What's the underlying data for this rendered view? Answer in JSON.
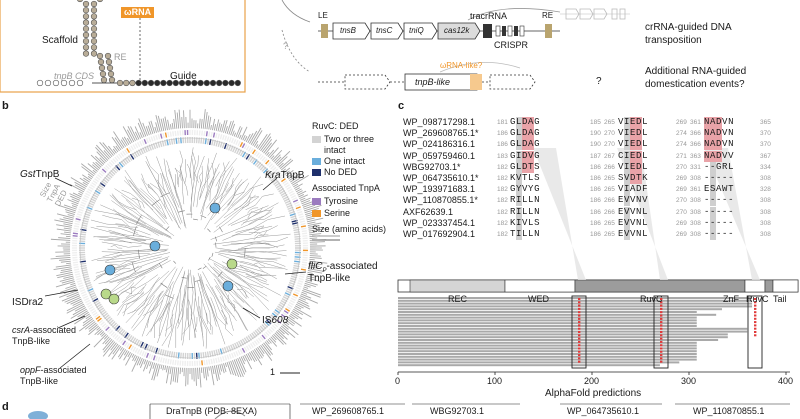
{
  "panel_a": {
    "omega_rna": "ωRNA",
    "scaffold": "Scaffold",
    "re": "RE",
    "tnpb_cds": "tnpB CDS",
    "guide": "Guide",
    "le": "LE",
    "genes": [
      "tnsB",
      "tnsC",
      "tniQ",
      "cas12k"
    ],
    "tracrrna": "tracrRNA",
    "crispr": "CRISPR",
    "re_right": "RE",
    "desc1": "crRNA-guided DNA",
    "desc1b": "transposition",
    "q": "?",
    "omega_like": "ωRNA-like?",
    "tnpb_like": "tnpB-like",
    "desc2": "Additional RNA-guided",
    "desc2b": "domestication events?"
  },
  "panel_b": {
    "label": "b",
    "legend_ruvc": "RuvC: DED",
    "legend_two": "Two or three",
    "legend_two_b": "intact",
    "legend_one": "One intact",
    "legend_no": "No DED",
    "legend_tnpa": "Associated TnpA",
    "legend_tyr": "Tyrosine",
    "legend_ser": "Serine",
    "legend_size": "Size (amino acids)",
    "kra": "Kra",
    "kra_suffix": "TnpB",
    "gst": "Gst",
    "gst_suffix": "TnpB",
    "flic_pre": "fliC",
    "flic_sub": "P",
    "flic_post": "-associated",
    "flic_b": "TnpB-like",
    "isdra": "ISDra2",
    "is608_pre": "IS",
    "is608": "608",
    "csra": "csrA",
    "csra_post": "-associated",
    "csra_b": "TnpB-like",
    "oppf": "oppF",
    "oppf_post": "-associated",
    "oppf_b": "TnpB-like",
    "ring_labels": [
      "Size",
      "TnpA",
      "DED"
    ],
    "scale": "1",
    "colors": {
      "intact2": "#d3d3d3",
      "one": "#6aaedc",
      "none": "#1e2f6b",
      "tyr": "#9b7bbf",
      "ser": "#f0962a"
    }
  },
  "panel_c": {
    "label": "c",
    "rows": [
      {
        "id": "WP_098717298.1",
        "n1": "181",
        "s1": "GLDAG",
        "n2": "185",
        "n3": "265",
        "s2": "VIEDL",
        "n4": "269",
        "n5": "361",
        "s3": "NADVN",
        "n6": "365"
      },
      {
        "id": "WP_269608765.1*",
        "n1": "186",
        "s1": "GLDAG",
        "n2": "190",
        "n3": "270",
        "s2": "VIEDL",
        "n4": "274",
        "n5": "366",
        "s3": "NADVN",
        "n6": "370"
      },
      {
        "id": "WP_024186316.1",
        "n1": "186",
        "s1": "GLDAG",
        "n2": "190",
        "n3": "270",
        "s2": "VIEDL",
        "n4": "274",
        "n5": "366",
        "s3": "NADVN",
        "n6": "370"
      },
      {
        "id": "WP_059759460.1",
        "n1": "183",
        "s1": "GIDVG",
        "n2": "187",
        "n3": "267",
        "s2": "CIEDL",
        "n4": "271",
        "n5": "363",
        "s3": "NADVV",
        "n6": "367"
      },
      {
        "id": "WBG92703.1*",
        "n1": "182",
        "s1": "GLDTS",
        "n2": "186",
        "n3": "266",
        "s2": "VIEDL",
        "n4": "270",
        "n5": "331",
        "s3": "--GRL",
        "n6": "334"
      },
      {
        "id": "WP_064735610.1*",
        "n1": "182",
        "s1": "KVTLS",
        "n2": "186",
        "n3": "265",
        "s2": "SVDTK",
        "n4": "269",
        "n5": "308",
        "s3": "-----",
        "n6": "308"
      },
      {
        "id": "WP_193971683.1",
        "n1": "182",
        "s1": "GYVYG",
        "n2": "186",
        "n3": "265",
        "s2": "VIADF",
        "n4": "269",
        "n5": "361",
        "s3": "ESAWT",
        "n6": "328"
      },
      {
        "id": "WP_110870855.1*",
        "n1": "182",
        "s1": "RILLN",
        "n2": "186",
        "n3": "266",
        "s2": "EVVNV",
        "n4": "270",
        "n5": "308",
        "s3": "-----",
        "n6": "308"
      },
      {
        "id": "AXF62639.1",
        "n1": "182",
        "s1": "RILLN",
        "n2": "186",
        "n3": "266",
        "s2": "EVVNL",
        "n4": "270",
        "n5": "308",
        "s3": "-----",
        "n6": "308"
      },
      {
        "id": "WP_023337454.1",
        "n1": "182",
        "s1": "KIVLS",
        "n2": "186",
        "n3": "265",
        "s2": "EVVNL",
        "n4": "269",
        "n5": "308",
        "s3": "-----",
        "n6": "308"
      },
      {
        "id": "WP_017692904.1",
        "n1": "182",
        "s1": "TILLN",
        "n2": "186",
        "n3": "265",
        "s2": "EVVNL",
        "n4": "269",
        "n5": "308",
        "s3": "-----",
        "n6": "308"
      }
    ],
    "domains": [
      "REC",
      "WED",
      "RuvC",
      "ZnF",
      "RuvC",
      "Tail"
    ],
    "ticks": [
      "0",
      "100",
      "200",
      "300",
      "400"
    ],
    "xlabel": "AlphaFold predictions"
  },
  "panel_d": {
    "label": "d",
    "titles": [
      "DraTnpB (PDB: 8EXA)",
      "WP_269608765.1",
      "WBG92703.1",
      "WP_064735610.1",
      "WP_110870855.1"
    ]
  }
}
